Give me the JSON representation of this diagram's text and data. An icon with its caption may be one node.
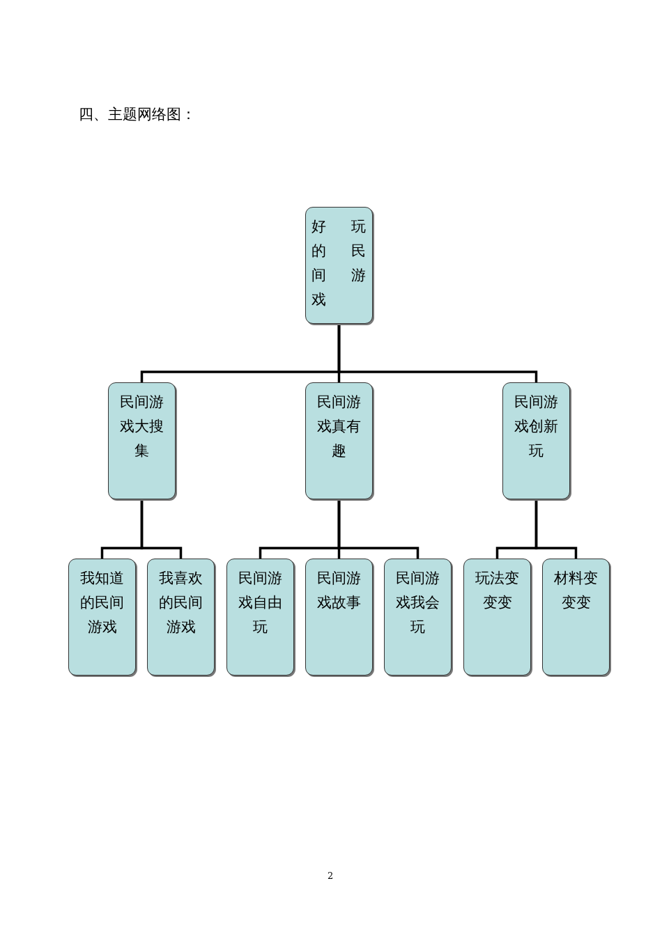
{
  "diagram": {
    "title": "四、主题网络图：",
    "nodes": [
      {
        "text": [
          "好玩的民间游戏"
        ]
      },
      {
        "text": [
          "民间游戏大搜集"
        ]
      },
      {
        "text": [
          "民间游戏真有趣"
        ]
      },
      {
        "text": [
          "民间游戏创新玩"
        ]
      },
      {
        "text": [
          "我知道的民间游戏"
        ]
      },
      {
        "text": [
          "我喜欢的民间游戏"
        ]
      },
      {
        "text": [
          "民间游戏自由玩"
        ]
      },
      {
        "text": [
          "民间游戏故事"
        ]
      },
      {
        "text": [
          "民间游戏我会玩"
        ]
      },
      {
        "text": [
          "玩法变变变"
        ]
      },
      {
        "text": [
          "材料变变变"
        ]
      }
    ],
    "edges": [
      {
        "from": 0,
        "to": 1,
        "arrow": "none"
      },
      {
        "from": 0,
        "to": 2,
        "arrow": "none"
      },
      {
        "from": 0,
        "to": 3,
        "arrow": "none"
      },
      {
        "from": 1,
        "to": 4,
        "arrow": "none"
      },
      {
        "from": 1,
        "to": 5,
        "arrow": "none"
      },
      {
        "from": 2,
        "to": 6,
        "arrow": "none"
      },
      {
        "from": 2,
        "to": 7,
        "arrow": "none"
      },
      {
        "from": 2,
        "to": 8,
        "arrow": "none"
      },
      {
        "from": 3,
        "to": 9,
        "arrow": "none"
      },
      {
        "from": 3,
        "to": 10,
        "arrow": "none"
      }
    ],
    "labels": [
      "2"
    ]
  }
}
